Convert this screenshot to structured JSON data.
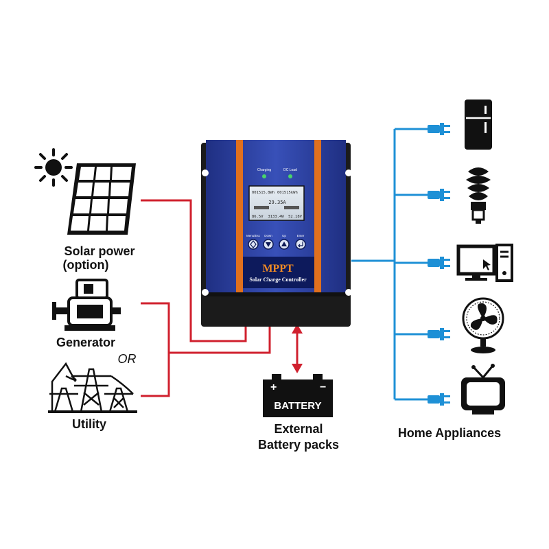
{
  "sources": {
    "solar_line1": "Solar power",
    "solar_line2": "(option)",
    "generator": "Generator",
    "or": "OR",
    "utility": "Utility"
  },
  "battery": {
    "icon_label": "BATTERY",
    "caption_line1": "External",
    "caption_line2": "Battery packs"
  },
  "appliances": {
    "caption": "Home Appliances",
    "icons": [
      "refrigerator-icon",
      "lightbulb-icon",
      "computer-icon",
      "fan-icon",
      "tv-icon"
    ]
  },
  "controller": {
    "brand": "MPPT",
    "subtitle": "Solar Charge Controller",
    "led_charging": "Charging",
    "led_dc_load": "DC Load",
    "lcd_top_left": "001515.8Wh",
    "lcd_top_right": "001515kWh",
    "lcd_current": "29.35A",
    "lcd_voltage_left": "86.5V",
    "lcd_power": "3133.4W",
    "lcd_voltage_right": "52.18V",
    "btn_menu": "Menu/Esc",
    "btn_down": "Down",
    "btn_up": "Up",
    "btn_enter": "Enter"
  },
  "colors": {
    "input_wire": "#d0202e",
    "output_wire": "#1e90d6",
    "controller_blue": "#2a3f9a",
    "controller_orange": "#e0701e",
    "controller_black": "#1b1b1b"
  }
}
